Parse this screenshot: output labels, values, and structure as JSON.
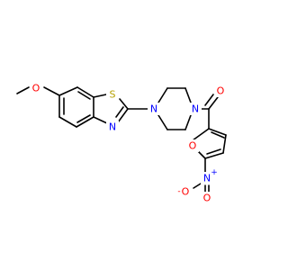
{
  "molecule": {
    "atoms": {
      "methoxy_oxygen": "O",
      "thiazole_sulfur": "S",
      "thiazole_nitrogen": "N",
      "piperazine_n1": "N",
      "piperazine_n4": "N",
      "carbonyl_oxygen": "O",
      "furan_oxygen": "O",
      "nitro_nitrogen": "N",
      "nitro_nitrogen_charge": "+",
      "nitro_oxygen_single": "O",
      "nitro_oxygen_single_charge": "-",
      "nitro_oxygen_double": "O"
    },
    "colors": {
      "bond": "#000000",
      "oxygen": "#ff0000",
      "nitrogen": "#0000ff",
      "sulfur": "#b5a000"
    }
  }
}
